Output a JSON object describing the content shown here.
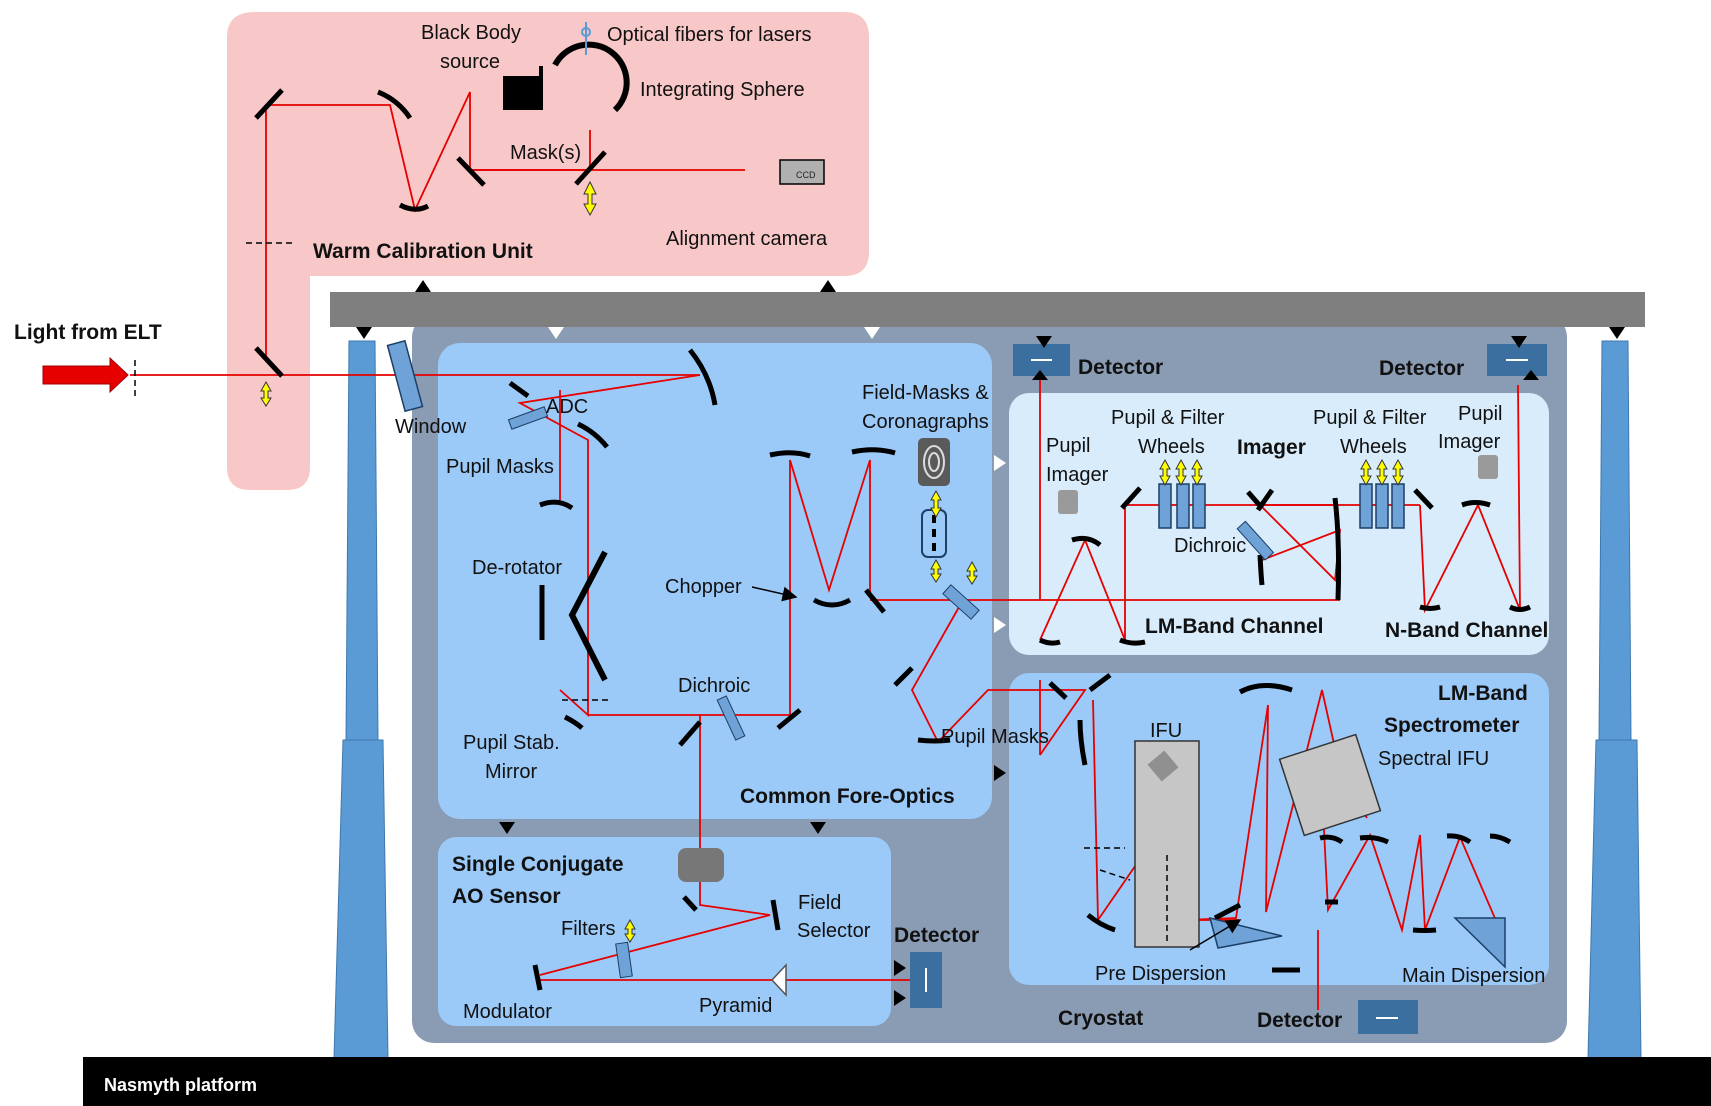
{
  "diagram": {
    "labels": {
      "black_body": [
        "Black Body",
        "source"
      ],
      "optical_fibers": "Optical fibers for lasers",
      "integrating_sphere": "Integrating Sphere",
      "masks": "Mask(s)",
      "ccd": "CCD",
      "alignment_camera": "Alignment camera",
      "warm_calibration_unit": "Warm Calibration Unit",
      "light_from_elt": "Light from ELT",
      "window": "Window",
      "adc": "ADC",
      "pupil_masks_cfo": "Pupil Masks",
      "derotator": "De-rotator",
      "pupil_stab": [
        "Pupil Stab.",
        "Mirror"
      ],
      "dichroic_cfo": "Dichroic",
      "chopper": "Chopper",
      "field_masks": [
        "Field-Masks &",
        "Coronagraphs"
      ],
      "common_fore_optics": "Common Fore-Optics",
      "detector_lm_imager": "Detector",
      "detector_n_imager": "Detector",
      "pupil_imager_lm": [
        "Pupil",
        "Imager"
      ],
      "pupil_filter_wheels_lm": [
        "Pupil & Filter",
        "Wheels"
      ],
      "imager": "Imager",
      "pupil_filter_wheels_n": [
        "Pupil & Filter",
        "Wheels"
      ],
      "pupil_imager_n": [
        "Pupil",
        "Imager"
      ],
      "dichroic_imager": "Dichroic",
      "lm_band_channel": "LM-Band Channel",
      "n_band_channel": "N-Band Channel",
      "pupil_masks_spec": "Pupil Masks",
      "ifu": "IFU",
      "lm_band_spectrometer": [
        "LM-Band",
        "Spectrometer"
      ],
      "spectral_ifu": "Spectral IFU",
      "pre_dispersion": "Pre Dispersion",
      "main_dispersion": "Main Dispersion",
      "detector_spectrometer": "Detector",
      "cryostat": "Cryostat",
      "scao_sensor": [
        "Single Conjugate",
        "AO Sensor"
      ],
      "field_selector": [
        "Field",
        "Selector"
      ],
      "filters": "Filters",
      "modulator": "Modulator",
      "pyramid": "Pyramid",
      "detector_scao": "Detector",
      "nasmyth_platform": "Nasmyth platform"
    },
    "colors": {
      "warm_unit_fill": "#f8c8c8",
      "cryostat_fill": "#8a9cb4",
      "blue_box_fill": "#9ccaf8",
      "light_box_fill": "#d8ecfb",
      "support_fill": "#5b9bd5",
      "beam": "#e60000",
      "bench_bar": "#7f7f7f",
      "platform": "#000000",
      "arrow_yellow": "#ffff00",
      "detector_fill": "#3a6f9f"
    }
  }
}
